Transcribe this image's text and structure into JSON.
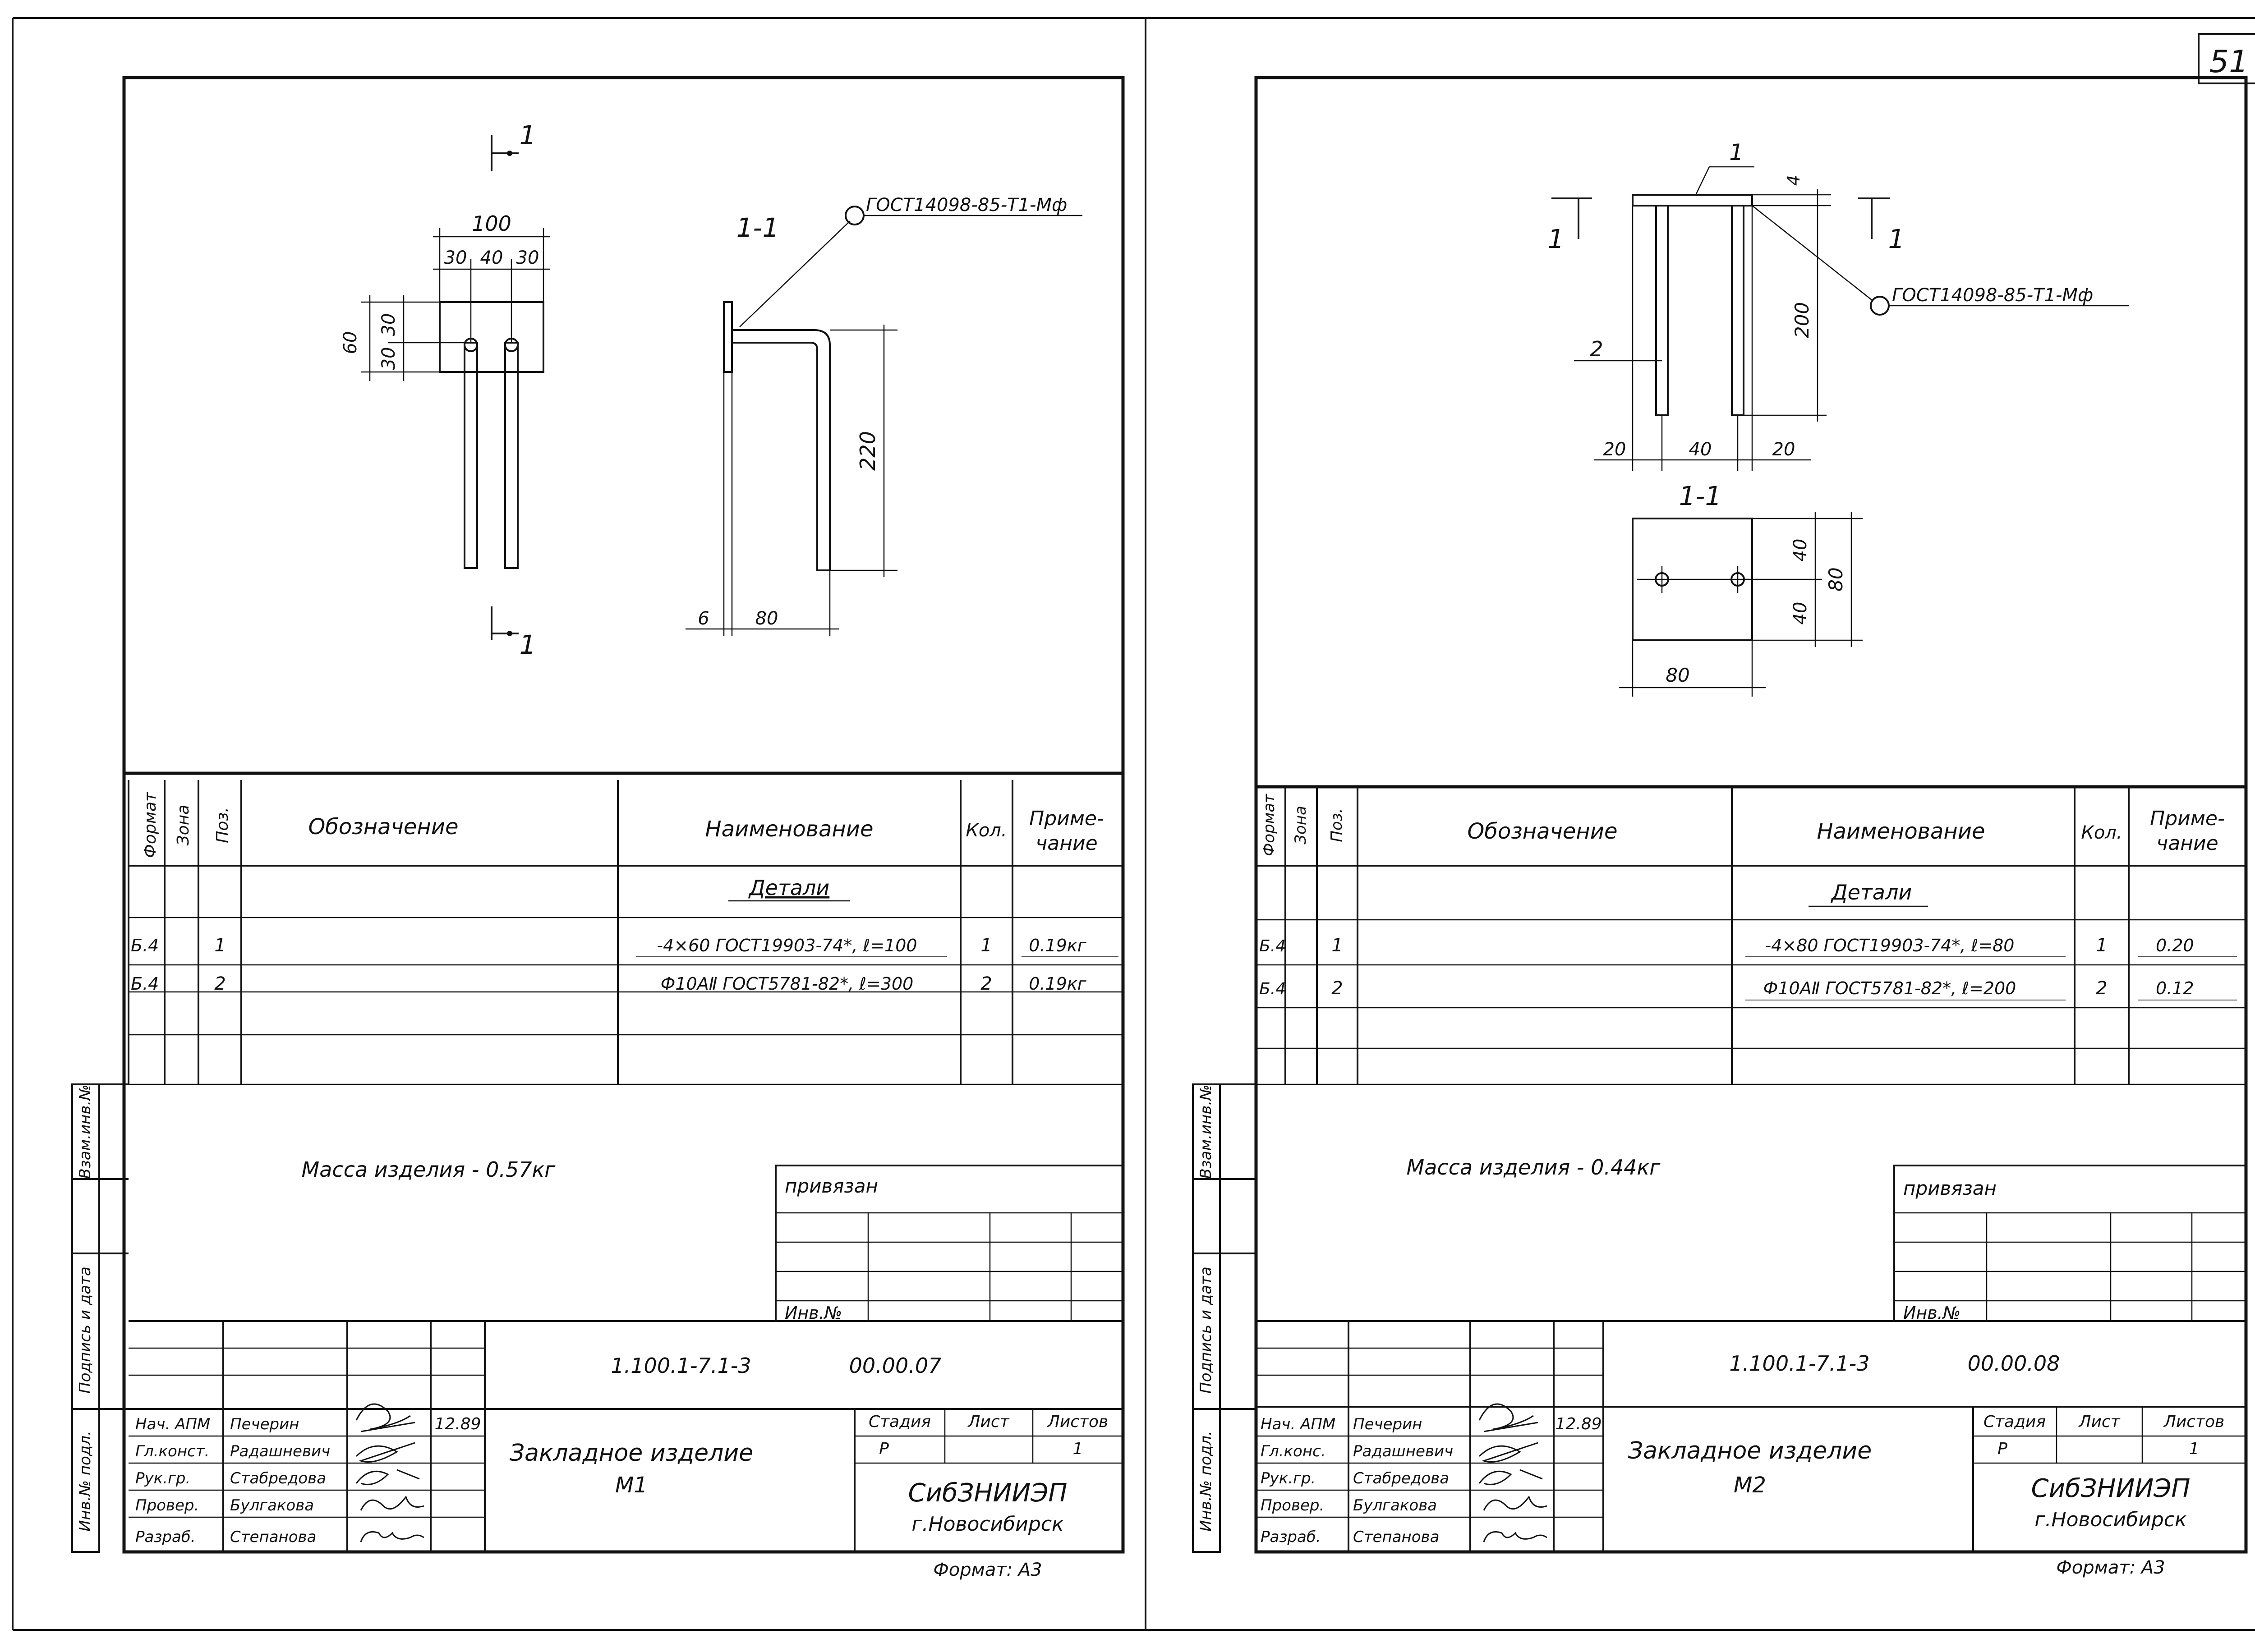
{
  "page_number": "51",
  "sheets": [
    {
      "section_label": "1-1",
      "gost_weld": "ГОСТ14098-85-Т1-Мф",
      "dims": [
        "100",
        "30",
        "40",
        "30",
        "60",
        "30",
        "30",
        "220",
        "6",
        "80"
      ],
      "spec_headers": [
        "Формат",
        "Зона",
        "Поз.",
        "Обозначение",
        "Наименование",
        "Кол.",
        "Приме-",
        "чание"
      ],
      "spec_section": "Детали",
      "spec_rows": [
        {
          "fmt": "Б.4",
          "pos": "1",
          "name": "-4×60 ГОСТ19903-74*, ℓ=100",
          "qty": "1",
          "note": "0.19кг"
        },
        {
          "fmt": "Б.4",
          "pos": "2",
          "name": "Ф10АⅡ ГОСТ5781-82*, ℓ=300",
          "qty": "2",
          "note": "0.19кг"
        }
      ],
      "mass": "Масса изделия - 0.57кг",
      "privyazan": "привязан",
      "inv_no": "Инв.№",
      "side_labels": [
        "Взам.инв.№",
        "Подпись и дата",
        "Инв.№ подл."
      ],
      "doc_code": "1.100.1-7.1-3",
      "doc_number": "00.00.07",
      "roles": [
        "Нач. АПМ",
        "Гл.конст.",
        "Рук.гр.",
        "Провер.",
        "Разраб."
      ],
      "names": [
        "Печерин",
        "Радашневич",
        "Стабредова",
        "Булгакова",
        "Степанова"
      ],
      "date": "12.89",
      "title": "Закладное изделие",
      "mark": "М1",
      "stage_header": [
        "Стадия",
        "Лист",
        "Листов"
      ],
      "stage_values": [
        "Р",
        "",
        "1"
      ],
      "org": "СибЗНИИЭП",
      "city": "г.Новосибирск",
      "format": "Формат: А3"
    },
    {
      "section_label": "1-1",
      "gost_weld": "ГОСТ14098-85-Т1-Мф",
      "dims": [
        "4",
        "200",
        "2",
        "20",
        "40",
        "20",
        "40",
        "40",
        "80",
        "80"
      ],
      "spec_headers": [
        "Формат",
        "Зона",
        "Поз.",
        "Обозначение",
        "Наименование",
        "Кол.",
        "Приме-",
        "чание"
      ],
      "spec_section": "Детали",
      "spec_rows": [
        {
          "fmt": "Б.4",
          "pos": "1",
          "name": "-4×80 ГОСТ19903-74*, ℓ=80",
          "qty": "1",
          "note": "0.20"
        },
        {
          "fmt": "Б.4",
          "pos": "2",
          "name": "Ф10АⅡ ГОСТ5781-82*, ℓ=200",
          "qty": "2",
          "note": "0.12"
        }
      ],
      "mass": "Масса изделия - 0.44кг",
      "privyazan": "привязан",
      "inv_no": "Инв.№",
      "side_labels": [
        "Взам.инв.№",
        "Подпись и дата",
        "Инв.№ подл."
      ],
      "doc_code": "1.100.1-7.1-3",
      "doc_number": "00.00.08",
      "roles": [
        "Нач. АПМ",
        "Гл.конс.",
        "Рук.гр.",
        "Провер.",
        "Разраб."
      ],
      "names": [
        "Печерин",
        "Радашневич",
        "Стабредова",
        "Булгакова",
        "Степанова"
      ],
      "date": "12.89",
      "title": "Закладное изделие",
      "mark": "М2",
      "stage_header": [
        "Стадия",
        "Лист",
        "Листов"
      ],
      "stage_values": [
        "Р",
        "",
        "1"
      ],
      "org": "СибЗНИИЭП",
      "city": "г.Новосибирск",
      "format": "Формат: А3"
    }
  ]
}
